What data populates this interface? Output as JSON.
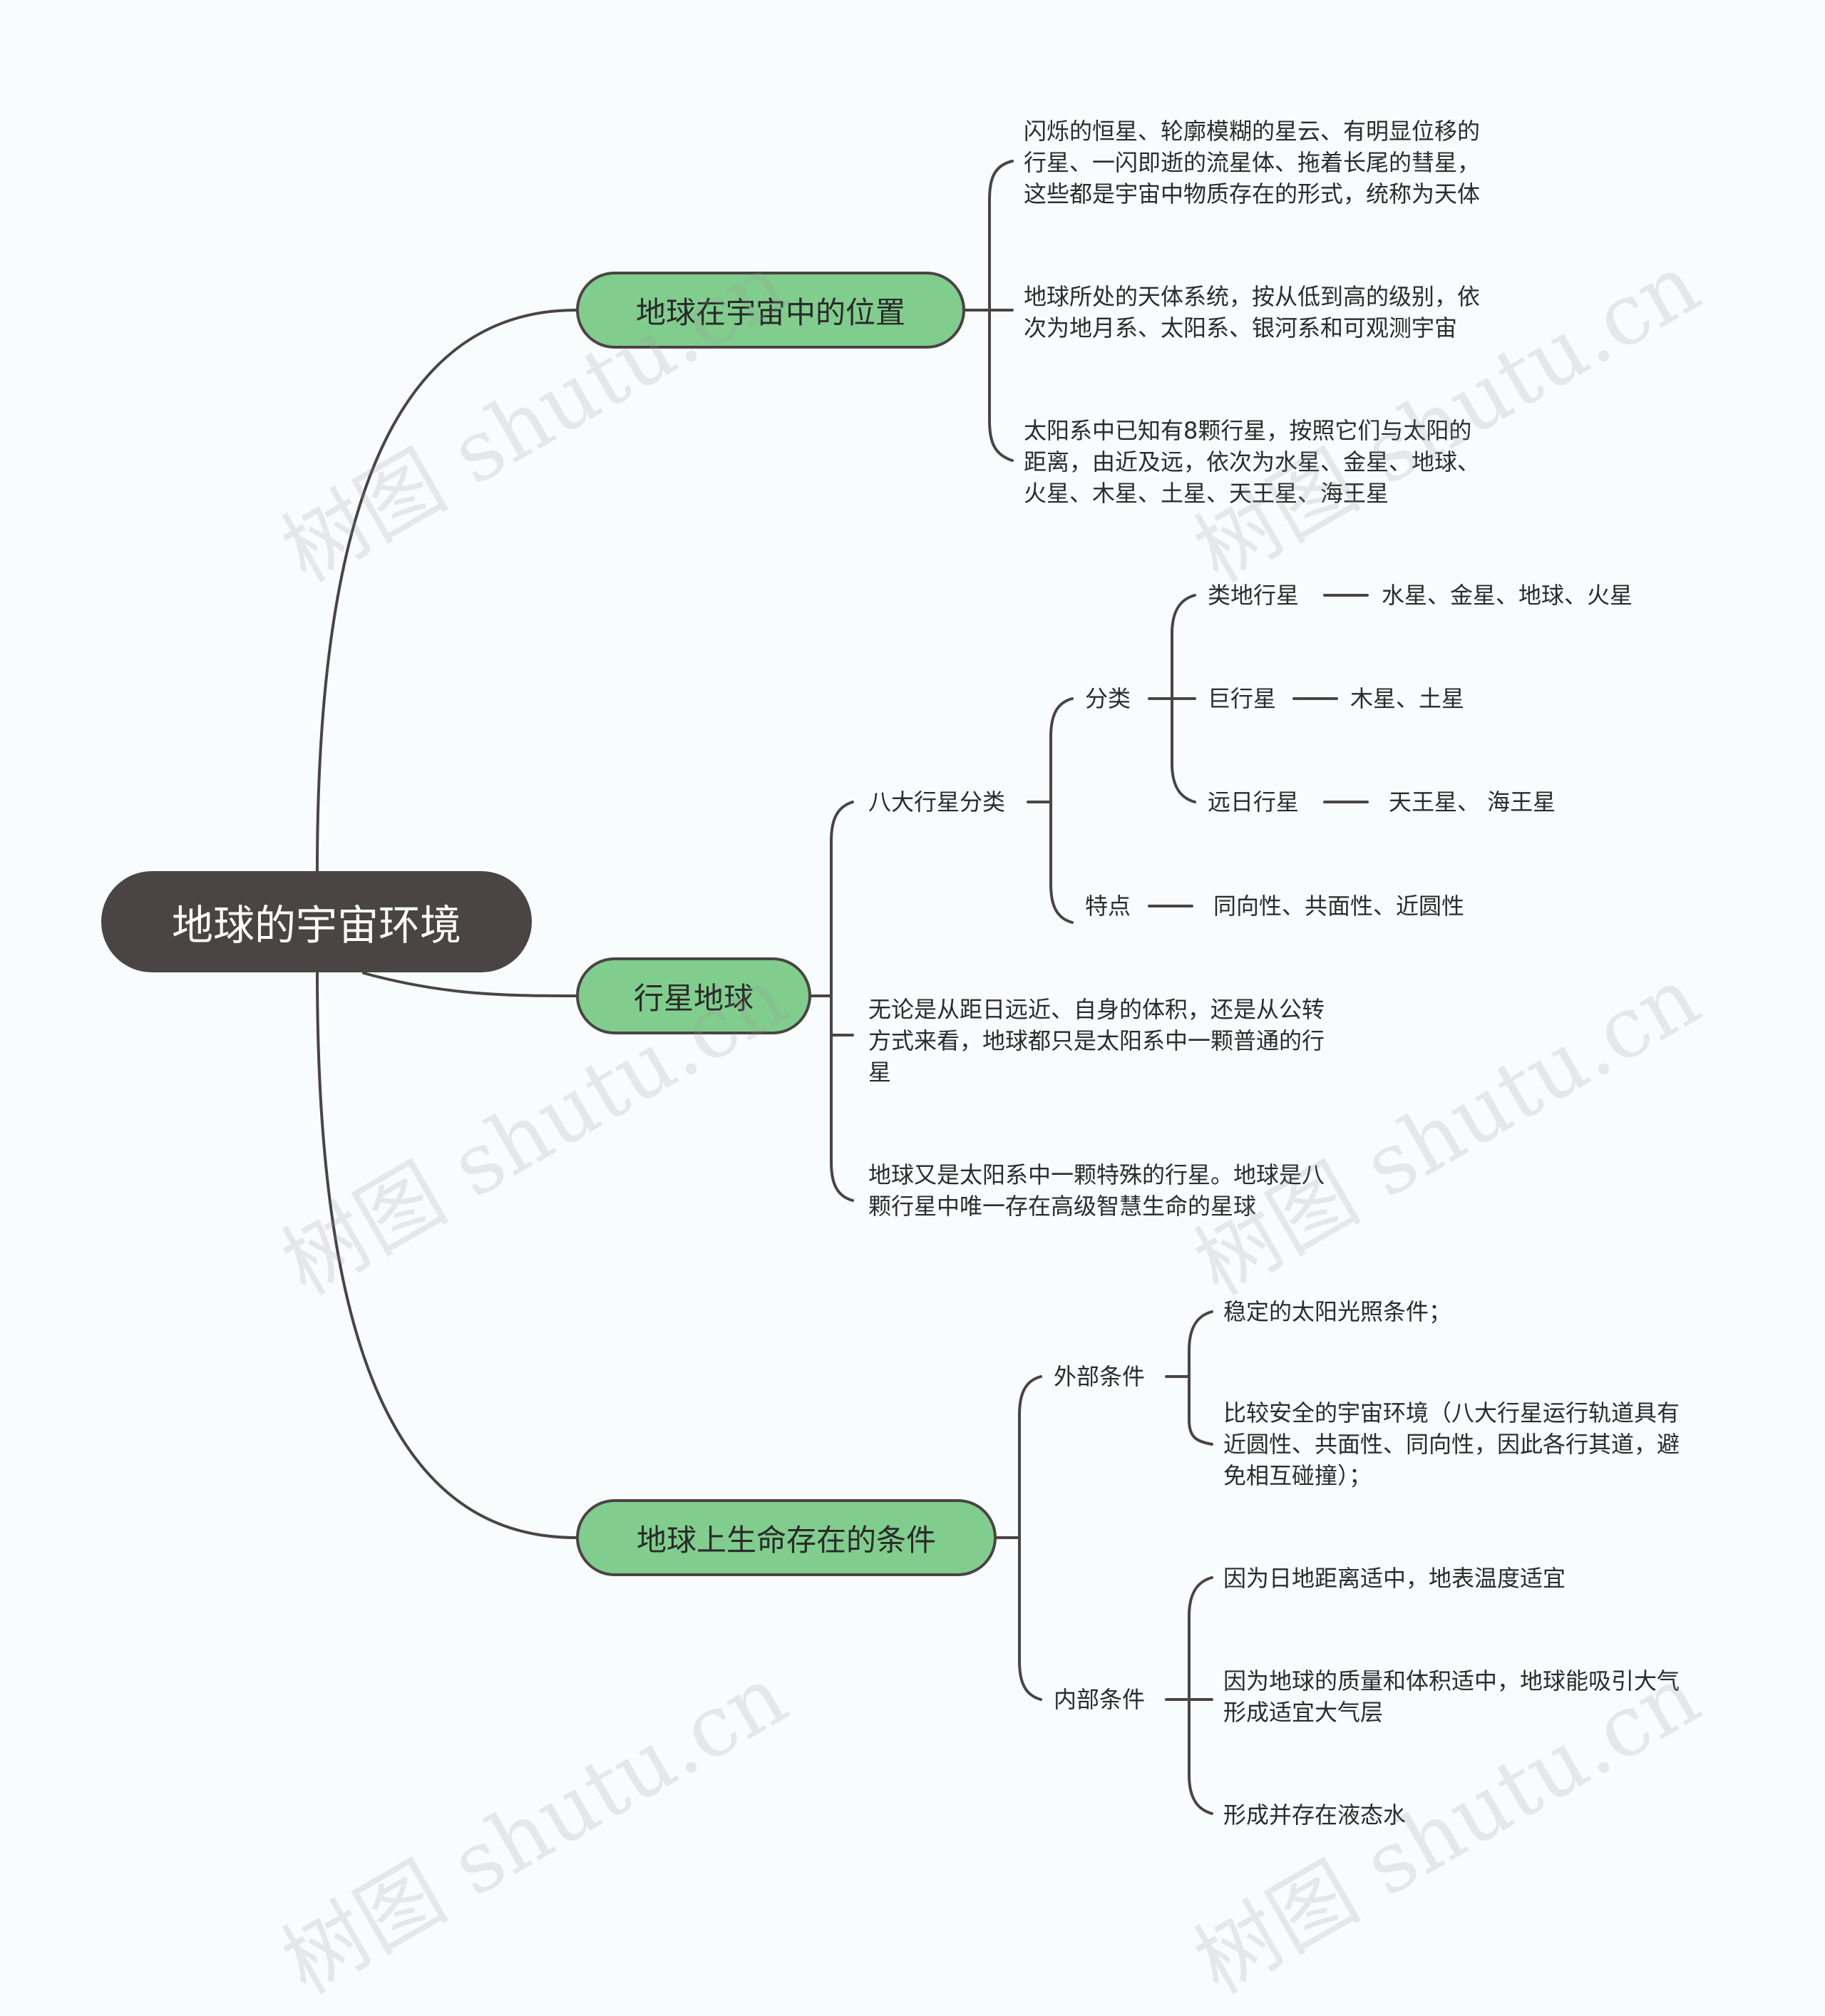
{
  "root": {
    "label": "地球的宇宙环境"
  },
  "branches": [
    {
      "label": "地球在宇宙中的位置",
      "items": [
        {
          "lines": [
            "闪烁的恒星、轮廓模糊的星云、有明显位移的",
            "行星、一闪即逝的流星体、拖着长尾的彗星，",
            "这些都是宇宙中物质存在的形式，统称为天体"
          ]
        },
        {
          "lines": [
            "地球所处的天体系统，按从低到高的级别，依",
            "次为地月系、太阳系、银河系和可观测宇宙"
          ]
        },
        {
          "lines": [
            "太阳系中已知有8颗行星，按照它们与太阳的",
            "距离，由近及远，依次为水星、金星、地球、",
            "火星、木星、土星、天王星、海王星"
          ]
        }
      ]
    },
    {
      "label": "行星地球",
      "sub": {
        "label": "八大行星分类",
        "classify": {
          "label": "分类",
          "types": [
            {
              "name": "类地行星",
              "value": "水星、金星、地球、火星"
            },
            {
              "name": "巨行星",
              "value": "木星、土星"
            },
            {
              "name": "远日行星",
              "value": "天王星、 海王星"
            }
          ]
        },
        "feature": {
          "label": "特点",
          "value": "同向性、共面性、近圆性"
        }
      },
      "items": [
        {
          "lines": [
            "无论是从距日远近、自身的体积，还是从公转",
            "方式来看，地球都只是太阳系中一颗普通的行",
            "星"
          ]
        },
        {
          "lines": [
            "地球又是太阳系中一颗特殊的行星。地球是八",
            "颗行星中唯一存在高级智慧生命的星球"
          ]
        }
      ]
    },
    {
      "label": "地球上生命存在的条件",
      "external": {
        "label": "外部条件",
        "items": [
          {
            "lines": [
              "稳定的太阳光照条件；"
            ]
          },
          {
            "lines": [
              "比较安全的宇宙环境（八大行星运行轨道具有",
              "近圆性、共面性、同向性，因此各行其道，避",
              "免相互碰撞）；"
            ]
          }
        ]
      },
      "internal": {
        "label": "内部条件",
        "items": [
          {
            "lines": [
              "因为日地距离适中，地表温度适宜"
            ]
          },
          {
            "lines": [
              "因为地球的质量和体积适中，地球能吸引大气",
              "形成适宜大气层"
            ]
          },
          {
            "lines": [
              "形成并存在液态水"
            ]
          }
        ]
      }
    }
  ],
  "watermark": "树图 shutu.cn"
}
